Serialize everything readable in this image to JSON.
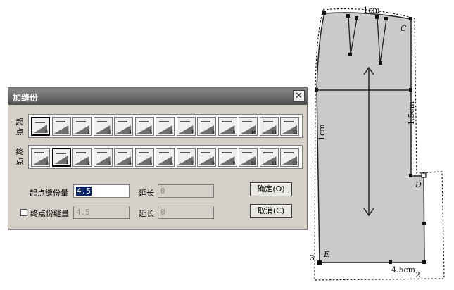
{
  "pattern": {
    "labels": {
      "top": "1cm",
      "c": "C",
      "right": "1.5cm",
      "left": "1cm",
      "d": "D",
      "e": "E",
      "bottom": "4.5cm",
      "corner_3": "3",
      "corner_2": "2"
    }
  },
  "dialog": {
    "title": "加缝份",
    "start_row_label": "起点",
    "end_row_label": "终点",
    "tool_numbers": [
      "0",
      "1",
      "2",
      "3",
      "4",
      "5",
      "6",
      "7",
      "8",
      "9",
      "10",
      "11",
      "12"
    ],
    "start_selected_index": 0,
    "end_selected_index": 1,
    "start_seam_label": "起点缝份量",
    "start_seam_value": "4.5",
    "start_ext_label": "延长",
    "start_ext_value": "0",
    "end_seam_checkbox_label": "终点份缝量",
    "end_seam_value": "4.5",
    "end_ext_label": "延长",
    "end_ext_value": "0",
    "ok_label": "确定(O)",
    "cancel_label": "取消(C)"
  }
}
